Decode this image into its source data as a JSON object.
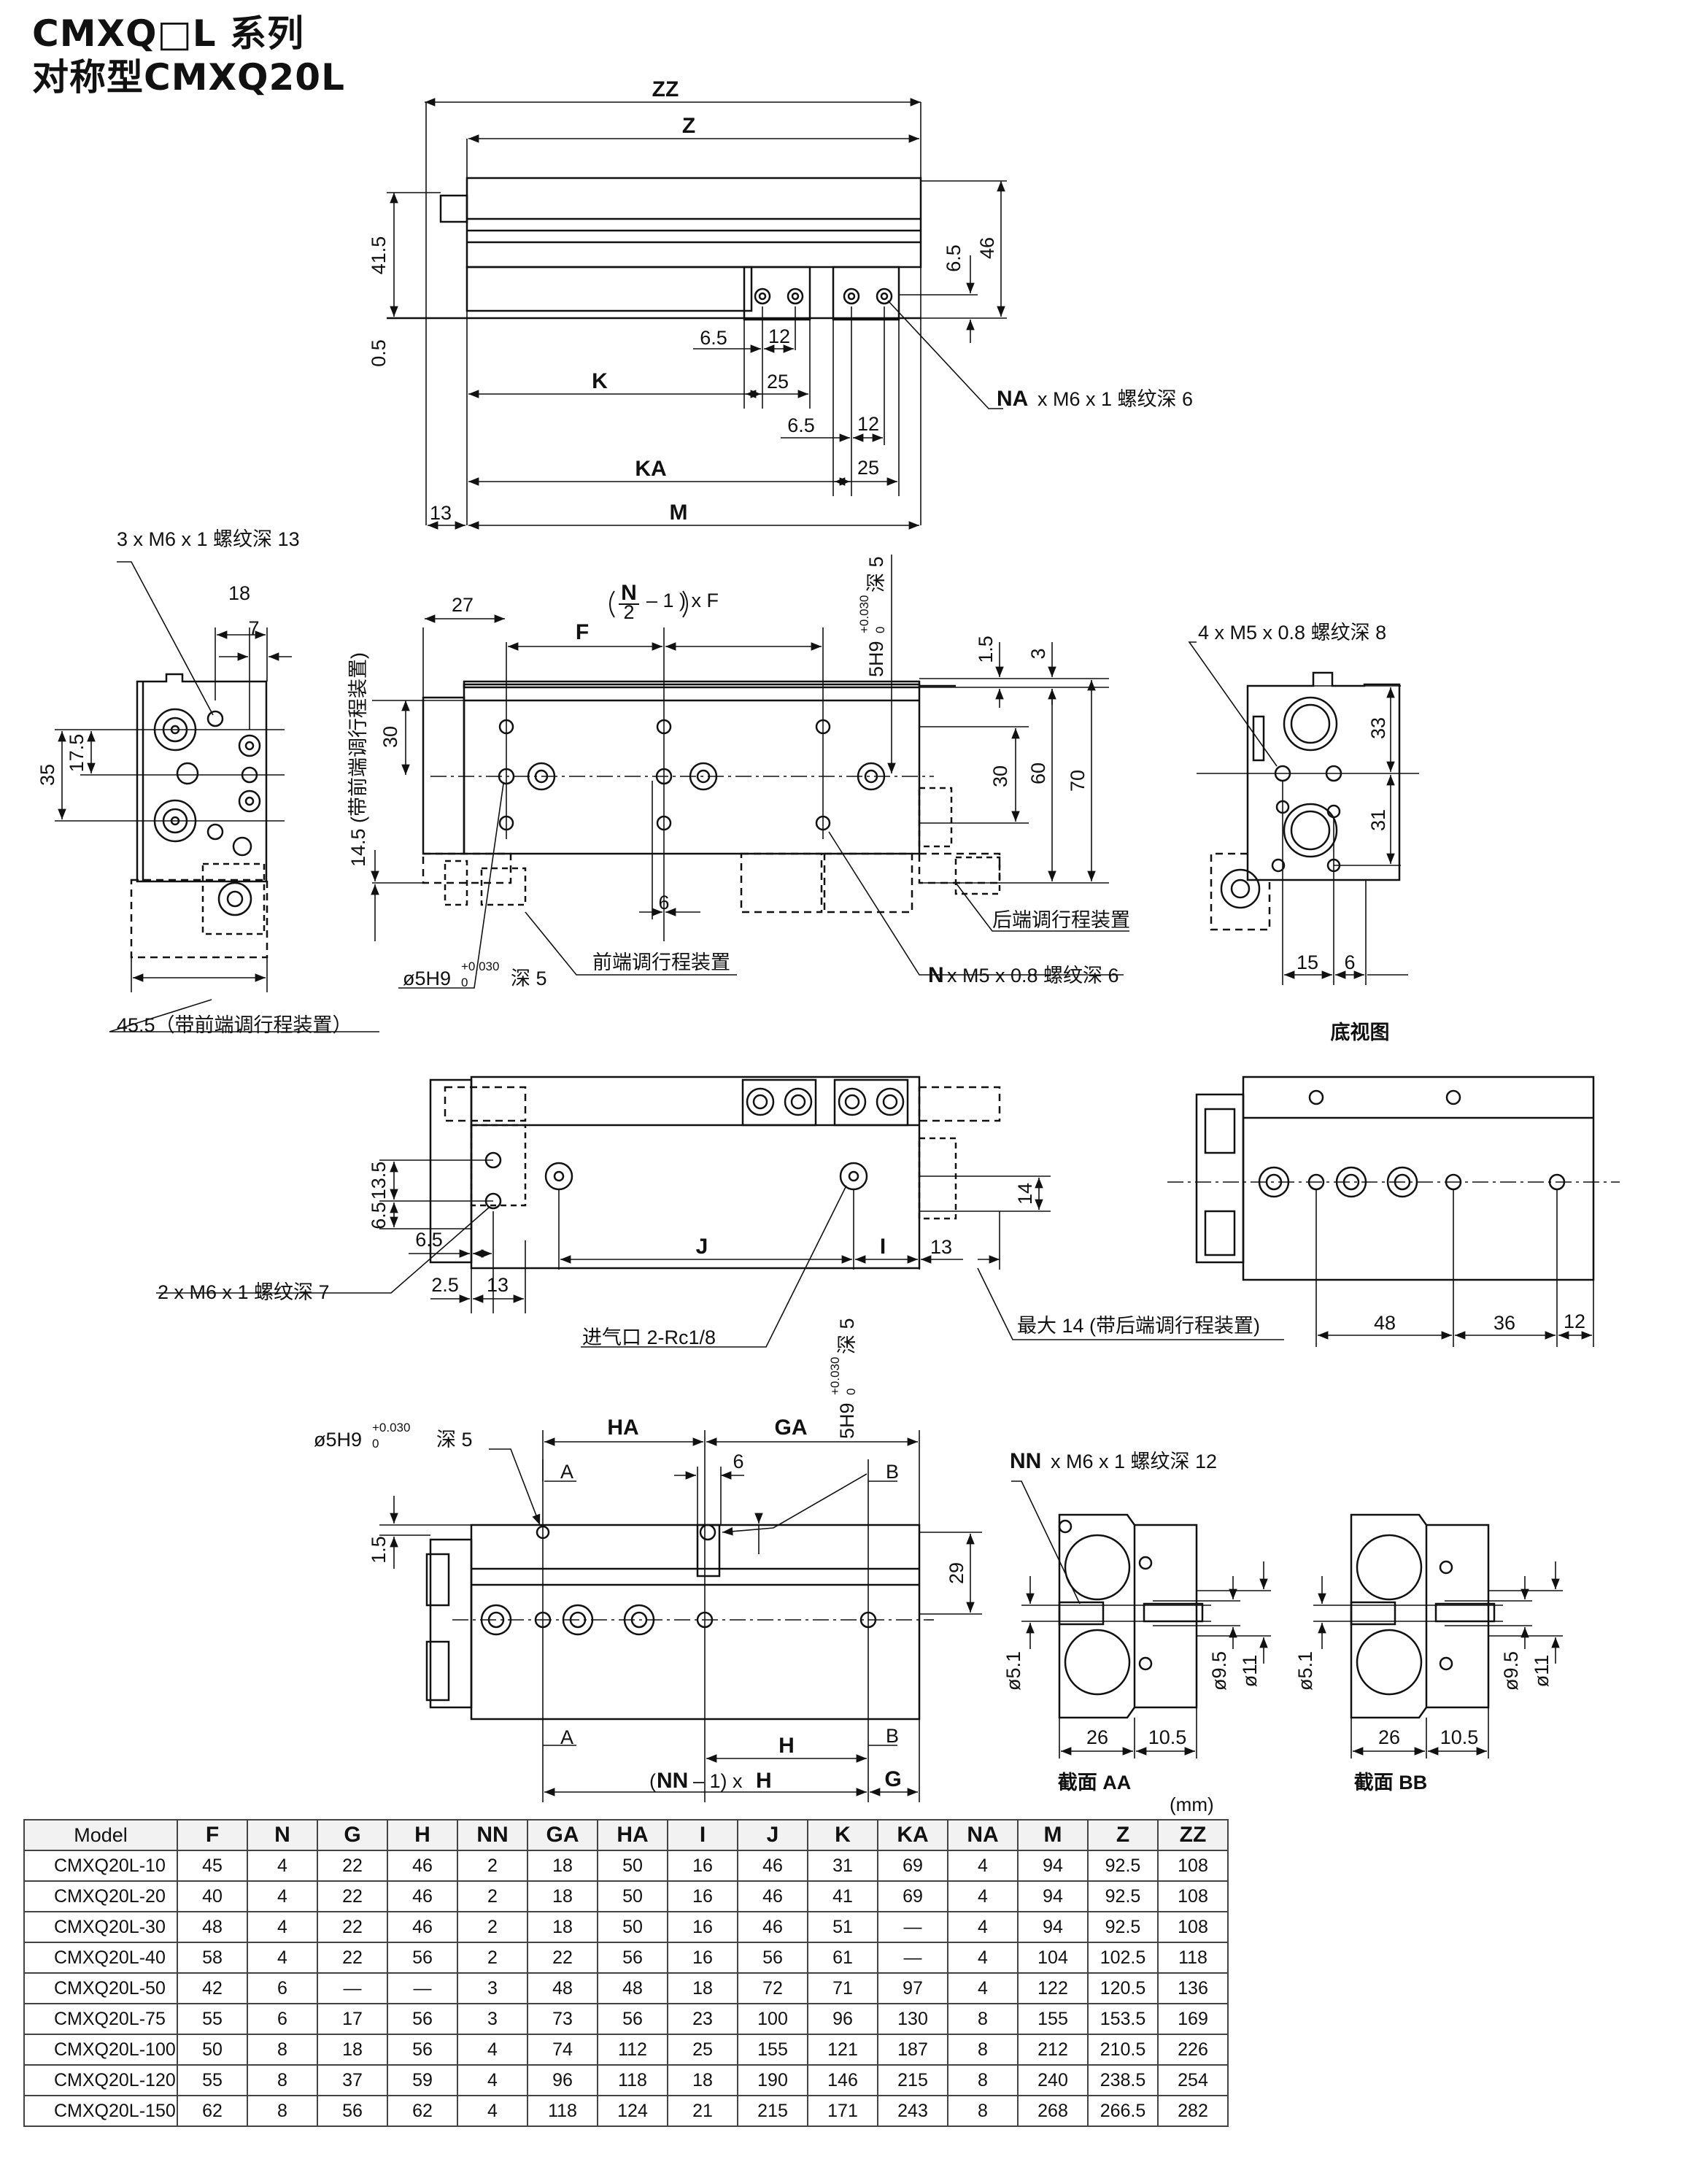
{
  "title": {
    "line1": "CMXQ□L 系列",
    "line2": "对称型CMXQ20L"
  },
  "views": {
    "top": {
      "dims": [
        "ZZ",
        "Z",
        "41.5",
        "0.5",
        "6.5",
        "46",
        "6.5",
        "12",
        "25",
        "K",
        "6.5",
        "12",
        "KA",
        "25",
        "13",
        "M"
      ],
      "callout": {
        "bold": "NA",
        "rest": "x M6 x 1  螺纹深 6"
      }
    },
    "left_end": {
      "callout": "3 x M6 x 1  螺纹深 13",
      "dims": [
        "18",
        "7",
        "35",
        "17.5"
      ],
      "note": "45.5（带前端调行程装置）"
    },
    "front": {
      "dims": [
        "27",
        "F",
        "30",
        "1.5",
        "3",
        "30",
        "60",
        "70",
        "6"
      ],
      "formula": {
        "num": "N",
        "den": "2",
        "rest": "– 1 ) x F"
      },
      "hole_tol": "5H9",
      "tol_upper": "+0.030",
      "tol_lower": "0",
      "depth5": "深 5",
      "left_vertical": "14.5 (带前端调行程装置)",
      "hole_callout": "ø5H9",
      "hole_callout_depth": "深 5",
      "front_adjuster": "前端调行程装置",
      "rear_adjuster": "后端调行程装置",
      "n_callout": {
        "bold": "N",
        "rest": "x M5 x 0.8  螺纹深 6"
      }
    },
    "right_end": {
      "callout": "4 x M5 x 0.8  螺纹深 8",
      "dims": [
        "33",
        "31",
        "15",
        "6"
      ]
    },
    "bottom_caption": "底视图",
    "side": {
      "dims": [
        "13.5",
        "6.5",
        "6.5",
        "2.5",
        "13",
        "J",
        "I",
        "13",
        "14"
      ],
      "thread_callout": "2 x M6 x 1  螺纹深 7",
      "port": "进气口 2-Rc1/8",
      "max14": "最大 14 (带后端调行程装置)"
    },
    "bottom": {
      "dims": [
        "48",
        "36",
        "12"
      ]
    },
    "lower": {
      "hole_callout": "ø5H9",
      "tol_upper": "+0.030",
      "tol_lower": "0",
      "depth5": "深 5",
      "hole_tol": "5H9",
      "dims": [
        "HA",
        "GA",
        "6",
        "1.5",
        "29",
        "H",
        "G"
      ],
      "a": "A",
      "b": "B",
      "formula": {
        "bold1": "NN",
        "rest1": "– 1) x ",
        "bold2": "H"
      }
    },
    "section_aa": {
      "callout": {
        "bold": "NN",
        "rest": "x M6 x 1  螺纹深 12"
      },
      "dims": [
        "ø5.1",
        "26",
        "10.5",
        "ø9.5",
        "ø11"
      ],
      "caption": "截面  AA"
    },
    "section_bb": {
      "dims": [
        "ø5.1",
        "26",
        "10.5",
        "ø9.5",
        "ø11"
      ],
      "caption": "截面  BB"
    }
  },
  "units": "(mm)",
  "table": {
    "headers": [
      "Model",
      "F",
      "N",
      "G",
      "H",
      "NN",
      "GA",
      "HA",
      "I",
      "J",
      "K",
      "KA",
      "NA",
      "M",
      "Z",
      "ZZ"
    ],
    "rows": [
      [
        "CMXQ20L-10",
        "45",
        "4",
        "22",
        "46",
        "2",
        "18",
        "50",
        "16",
        "46",
        "31",
        "69",
        "4",
        "94",
        "92.5",
        "108"
      ],
      [
        "CMXQ20L-20",
        "40",
        "4",
        "22",
        "46",
        "2",
        "18",
        "50",
        "16",
        "46",
        "41",
        "69",
        "4",
        "94",
        "92.5",
        "108"
      ],
      [
        "CMXQ20L-30",
        "48",
        "4",
        "22",
        "46",
        "2",
        "18",
        "50",
        "16",
        "46",
        "51",
        "—",
        "4",
        "94",
        "92.5",
        "108"
      ],
      [
        "CMXQ20L-40",
        "58",
        "4",
        "22",
        "56",
        "2",
        "22",
        "56",
        "16",
        "56",
        "61",
        "—",
        "4",
        "104",
        "102.5",
        "118"
      ],
      [
        "CMXQ20L-50",
        "42",
        "6",
        "—",
        "—",
        "3",
        "48",
        "48",
        "18",
        "72",
        "71",
        "97",
        "4",
        "122",
        "120.5",
        "136"
      ],
      [
        "CMXQ20L-75",
        "55",
        "6",
        "17",
        "56",
        "3",
        "73",
        "56",
        "23",
        "100",
        "96",
        "130",
        "8",
        "155",
        "153.5",
        "169"
      ],
      [
        "CMXQ20L-100",
        "50",
        "8",
        "18",
        "56",
        "4",
        "74",
        "112",
        "25",
        "155",
        "121",
        "187",
        "8",
        "212",
        "210.5",
        "226"
      ],
      [
        "CMXQ20L-120",
        "55",
        "8",
        "37",
        "59",
        "4",
        "96",
        "118",
        "18",
        "190",
        "146",
        "215",
        "8",
        "240",
        "238.5",
        "254"
      ],
      [
        "CMXQ20L-150",
        "62",
        "8",
        "56",
        "62",
        "4",
        "118",
        "124",
        "21",
        "215",
        "171",
        "243",
        "8",
        "268",
        "266.5",
        "282"
      ]
    ]
  }
}
